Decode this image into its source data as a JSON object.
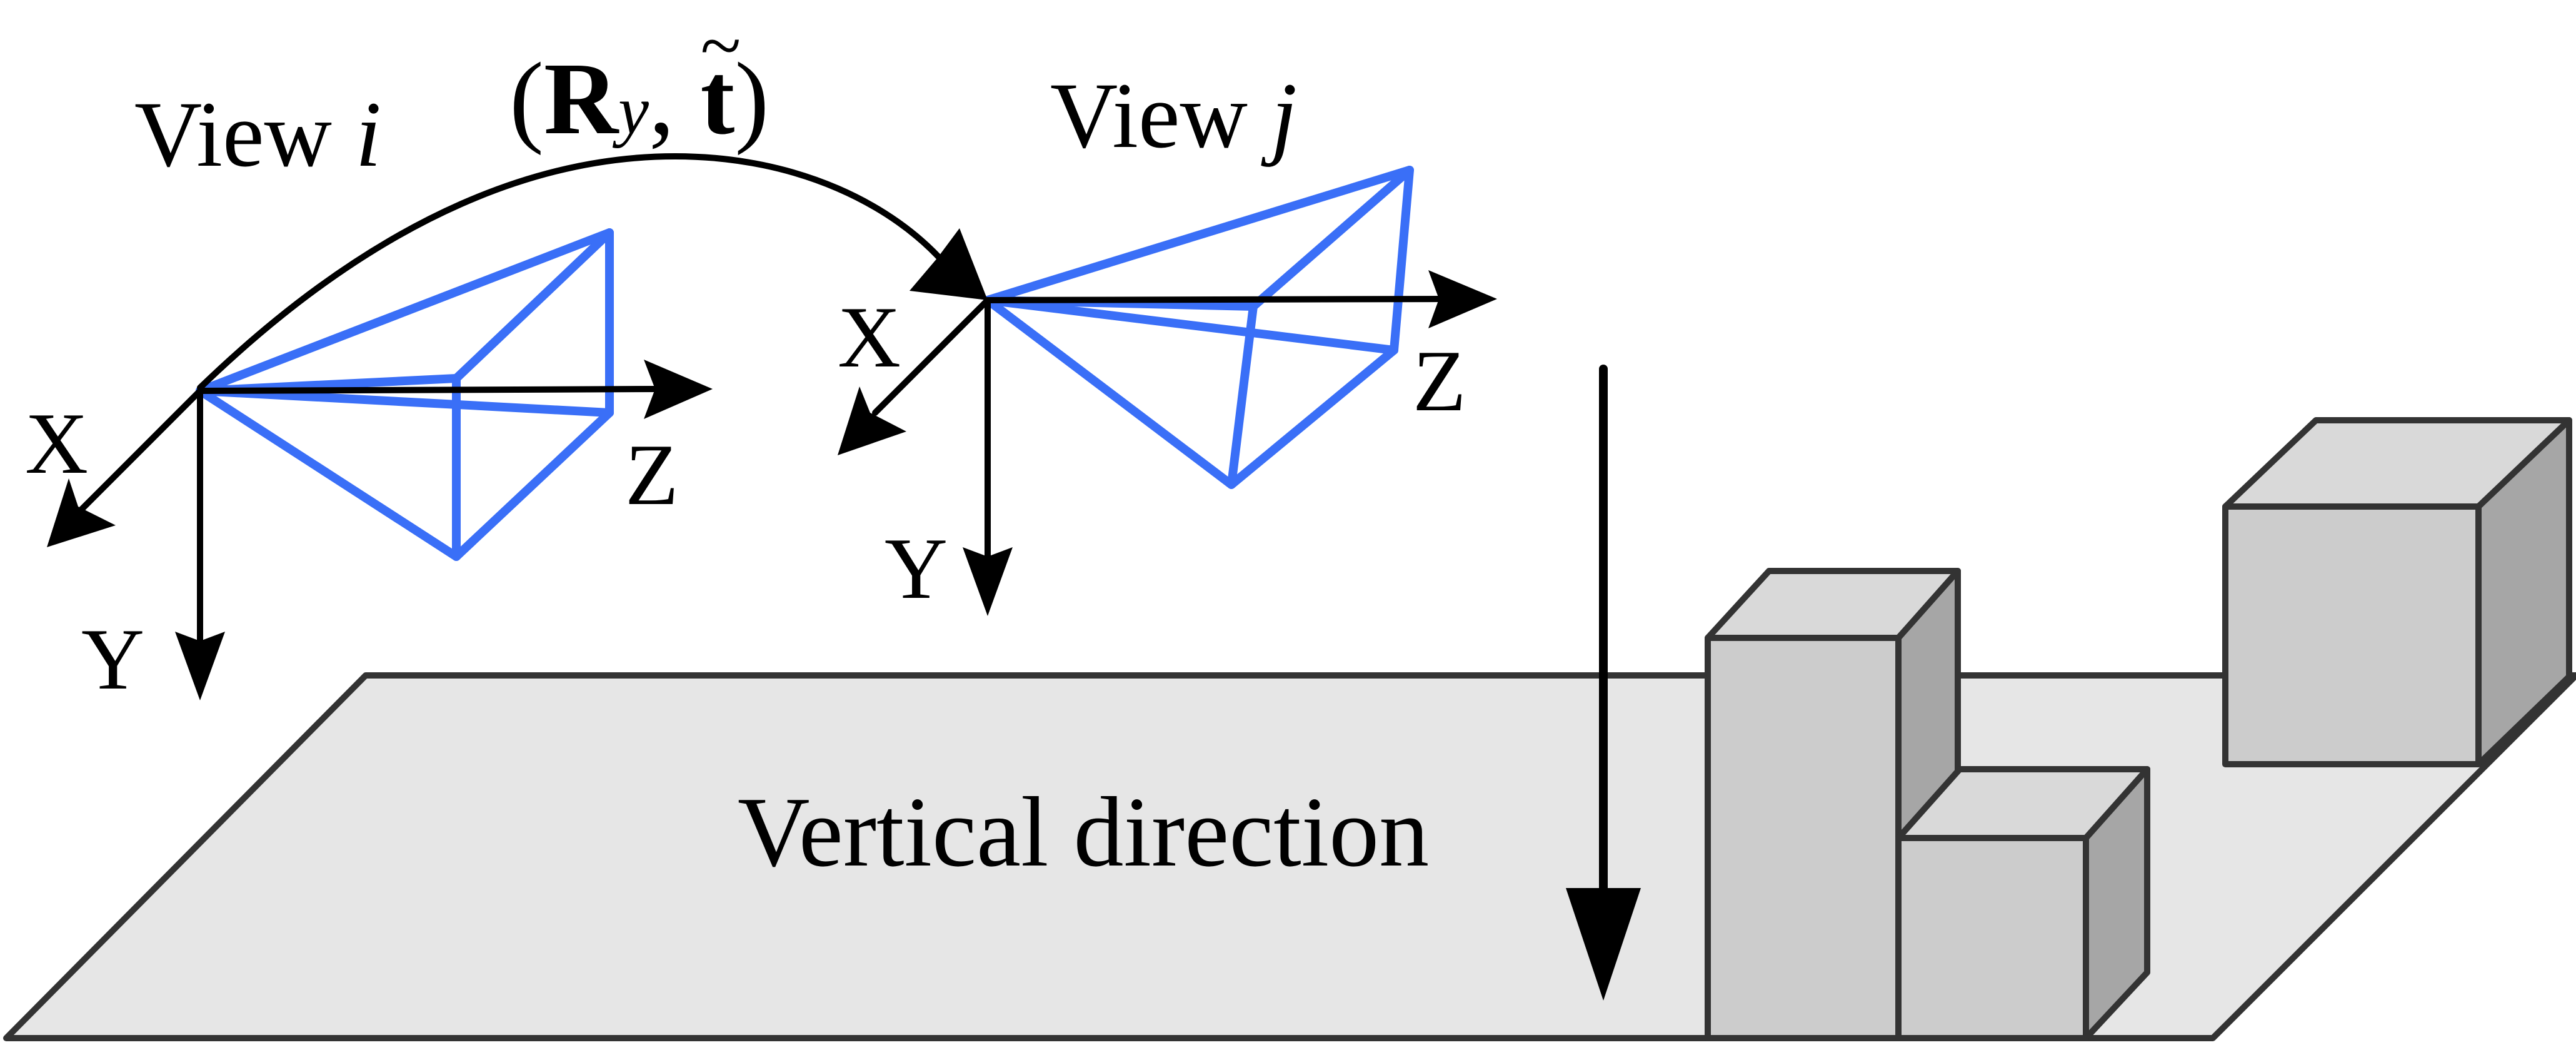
{
  "labels": {
    "view_i_prefix": "View ",
    "view_i_var": "i",
    "view_j_prefix": "View ",
    "view_j_var": "j",
    "transform_open": "(",
    "transform_R": "R",
    "transform_sub": "y",
    "transform_comma": ", ",
    "transform_t": "t",
    "transform_tilde": "~",
    "transform_close": ")",
    "axis_x": "X",
    "axis_y": "Y",
    "axis_z": "Z",
    "vertical_direction": "Vertical direction"
  },
  "colors": {
    "frustum": "#3a6ff7",
    "floor_fill": "#e6e6e6",
    "box_front": "#cccccc",
    "box_top": "#d9d9d9",
    "box_side": "#a6a6a6",
    "box_stroke": "#333333",
    "axis": "#000000"
  }
}
